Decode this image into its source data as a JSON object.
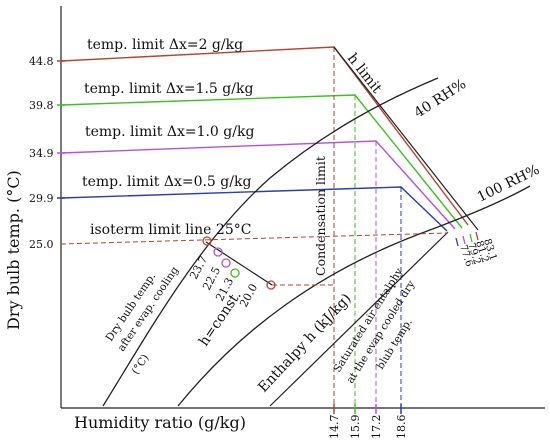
{
  "axes": {
    "y_title": "Dry bulb temp. (°C)",
    "x_title": "Humidity ratio  (g/kg)",
    "y_ticks": [
      "44.8",
      "39.8",
      "34.9",
      "29.9",
      "25.0"
    ],
    "x_ticks": [
      "14.7",
      "15.9",
      "17.2",
      "18.6"
    ]
  },
  "limits": [
    {
      "label": "temp. limit Δx=2 g/kg",
      "color": "#b5452a"
    },
    {
      "label": "temp. limit Δx=1.5 g/kg",
      "color": "#3cc21f"
    },
    {
      "label": "temp. limit Δx=1.0 g/kg",
      "color": "#b94fe0"
    },
    {
      "label": "temp. limit Δx=0.5 g/kg",
      "color": "#2a3fb0"
    }
  ],
  "curves": {
    "h_limit": "h limit",
    "rh40": "40 RH%",
    "rh100": "100 RH%"
  },
  "isotherm": "isoterm limit line 25°C",
  "condensation": "Condensation limit",
  "evap_points": [
    "23.7",
    "22.5",
    "21.3",
    "20.0"
  ],
  "evap_label_line1": "Dry bulb temp.",
  "evap_label_line2": "after evap. cooling",
  "evap_label_line3": "(°C)",
  "h_const": "h=const.",
  "enthalpy": "Enthalpy  h (kJ/kg)",
  "saturated_line1": "Saturated air entalphy",
  "saturated_line2": "at the evap cooled dry",
  "saturated_line3": "blub temp.",
  "sat_values": [
    "83.1",
    "81.2",
    "79.2",
    "77.6"
  ]
}
